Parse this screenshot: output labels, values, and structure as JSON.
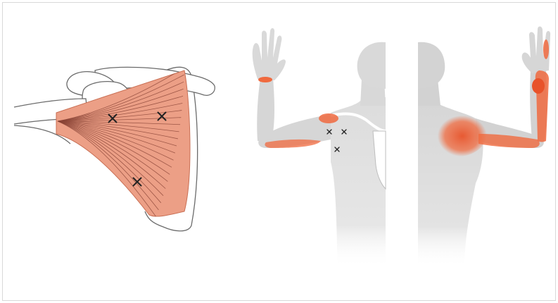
{
  "figure": {
    "colors": {
      "muscle": "#ec9f86",
      "muscle_dark": "#c96f54",
      "muscle_line": "#8a4436",
      "bone_outline": "#6b6b6b",
      "body_gray": "#dedede",
      "body_shadow": "#c9c9c9",
      "pain_zone": "#f06a3f",
      "pain_core": "#e8532a",
      "trigger_mark": "#222222"
    },
    "panels": [
      {
        "name": "scapula-muscle-panel",
        "trigger_points": 3
      },
      {
        "name": "anterior-body-panel",
        "trigger_points": 3
      },
      {
        "name": "posterior-body-panel",
        "trigger_points": 0
      }
    ]
  }
}
